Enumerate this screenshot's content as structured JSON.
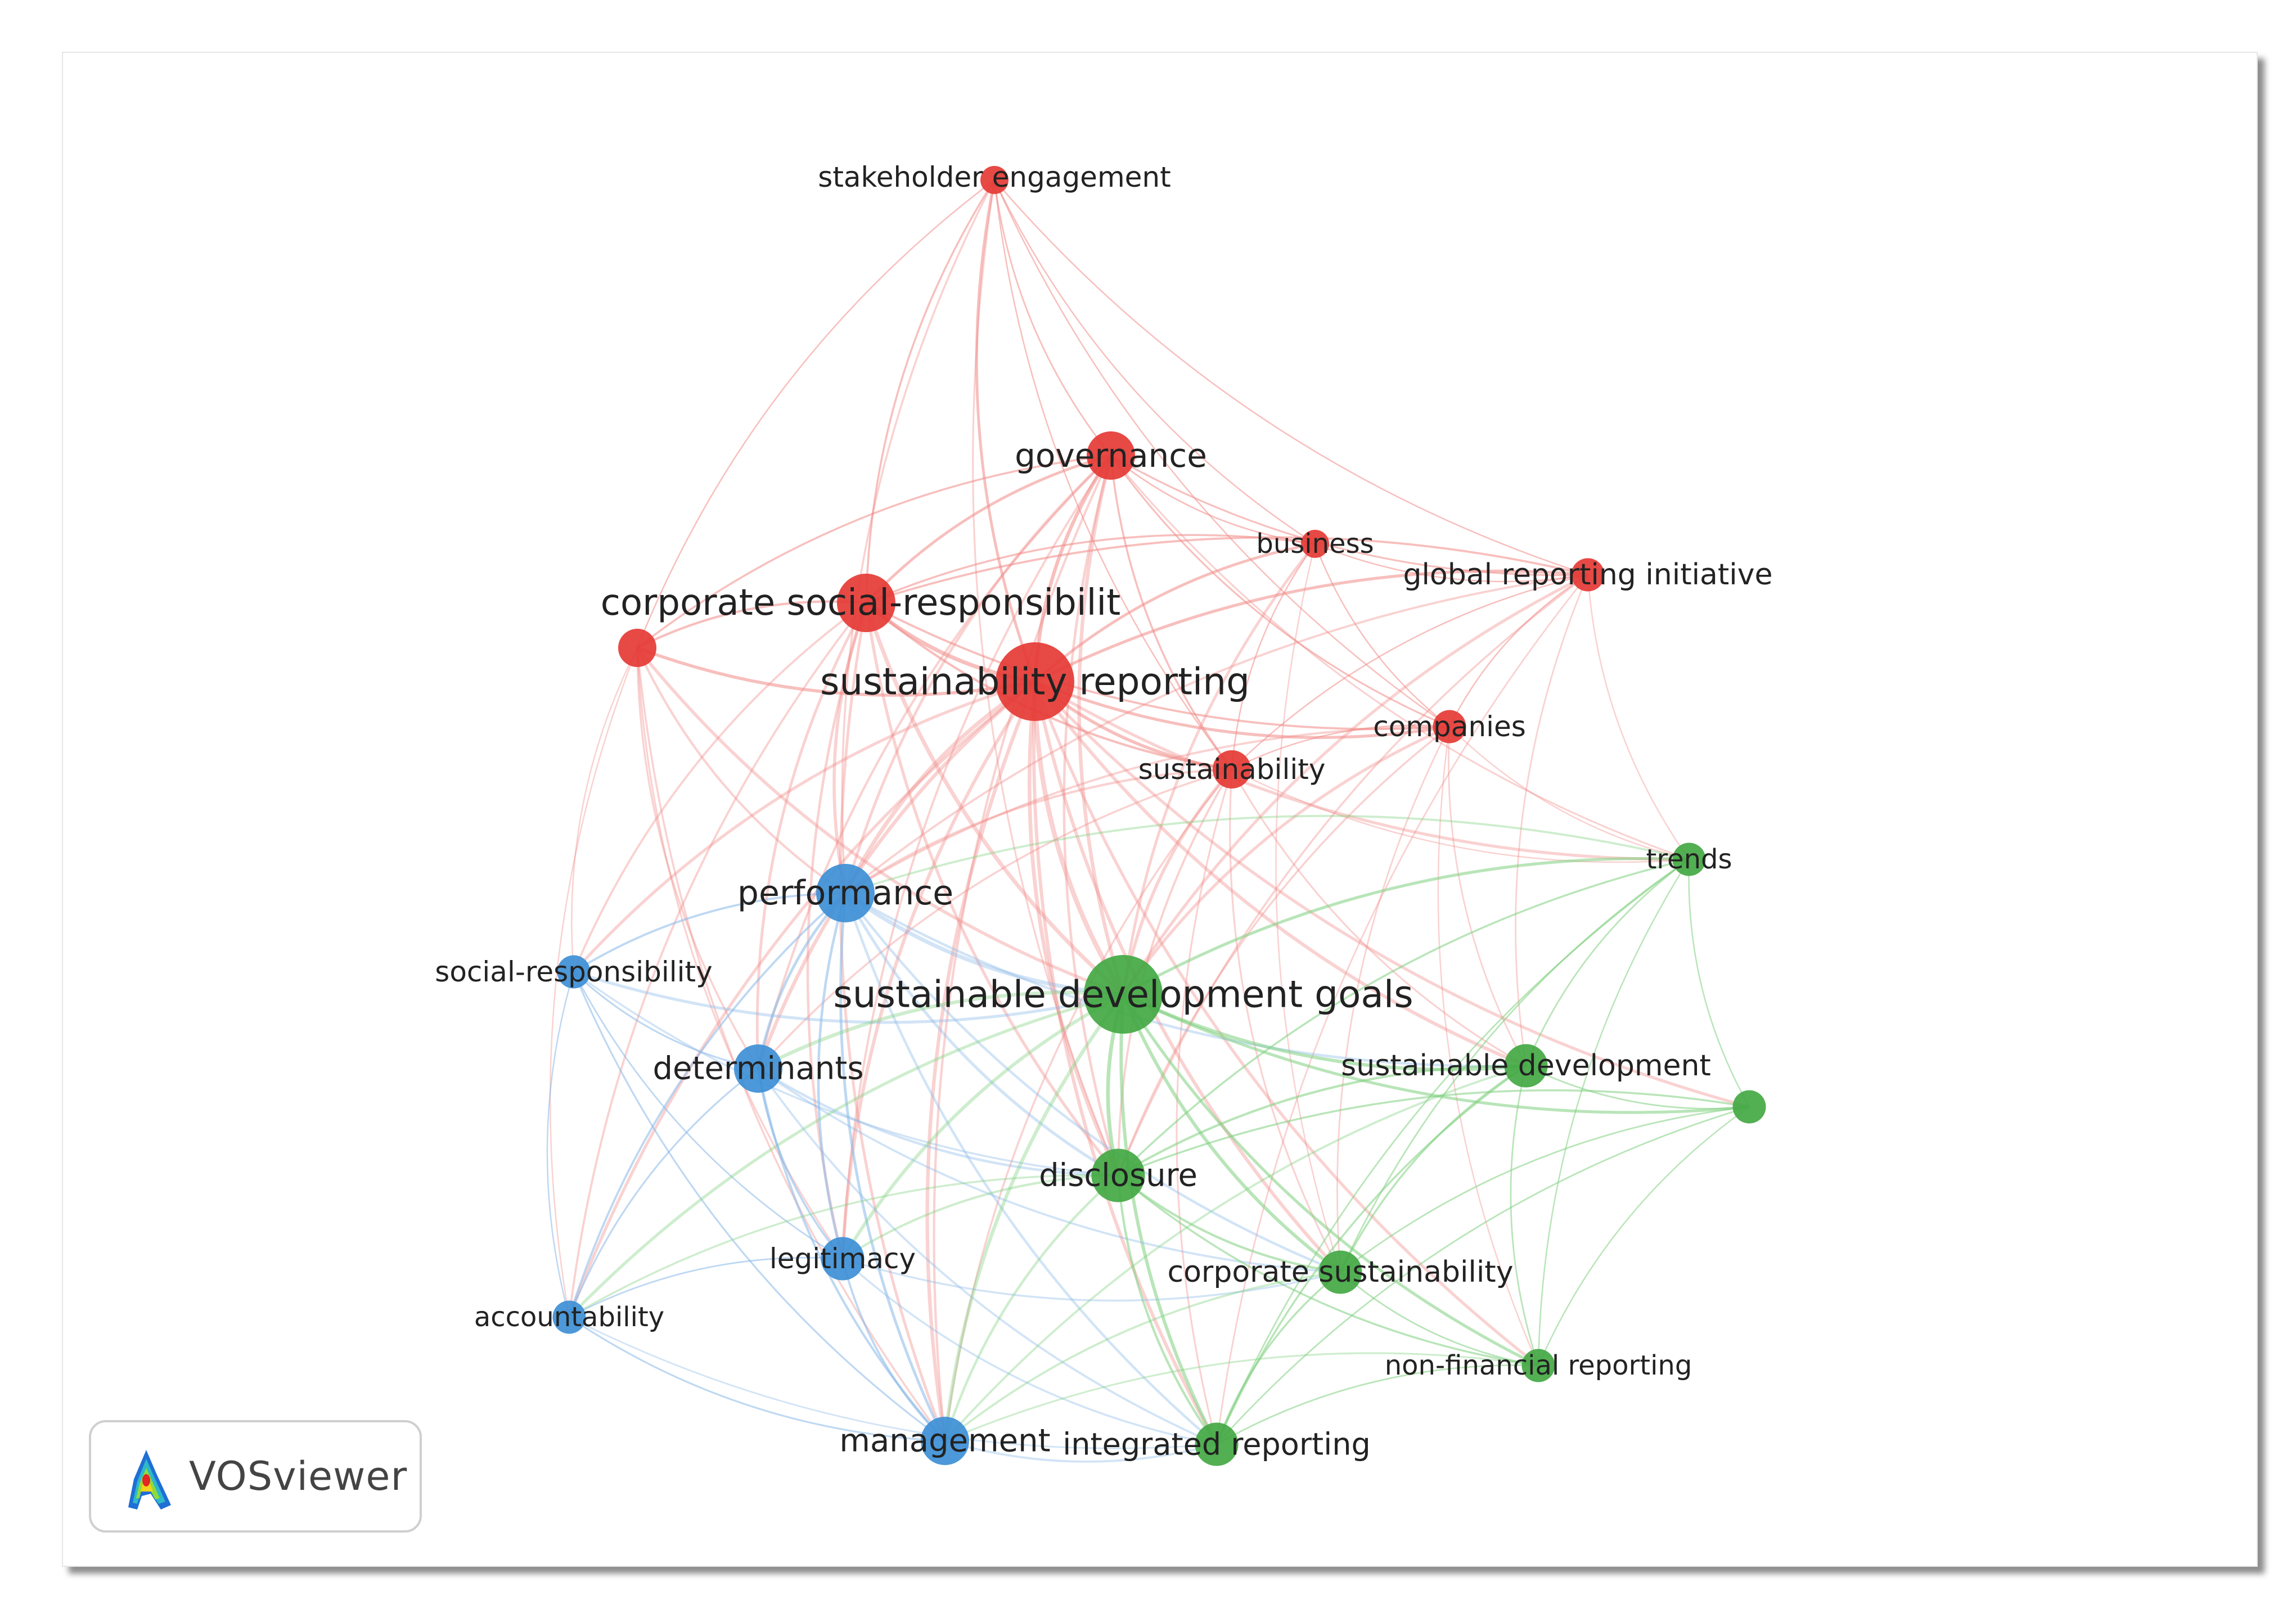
{
  "app": {
    "logo_text": "VOSviewer"
  },
  "colors": {
    "cluster_red": "#e53935",
    "cluster_green": "#43a843",
    "cluster_blue": "#3d8fd6",
    "edge_red": "#f08a86",
    "edge_green": "#7fd07f",
    "edge_blue": "#88b8e8"
  },
  "nodes": [
    {
      "id": "stakeholder_engagement",
      "label": "stakeholder engagement",
      "cluster": "red",
      "weight": 1
    },
    {
      "id": "governance",
      "label": "governance",
      "cluster": "red",
      "weight": 3
    },
    {
      "id": "business",
      "label": "business",
      "cluster": "red",
      "weight": 1
    },
    {
      "id": "global_reporting_initiative",
      "label": "global reporting initiative",
      "cluster": "red",
      "weight": 1.5
    },
    {
      "id": "corporate_social_responsibilit",
      "label": "corporate social-responsibilit",
      "cluster": "red",
      "weight": 4
    },
    {
      "id": "unlabeled_red",
      "label": "",
      "cluster": "red",
      "weight": 2
    },
    {
      "id": "sustainability_reporting",
      "label": "sustainability reporting",
      "cluster": "red",
      "weight": 6
    },
    {
      "id": "companies",
      "label": "companies",
      "cluster": "red",
      "weight": 1.5
    },
    {
      "id": "sustainability",
      "label": "sustainability",
      "cluster": "red",
      "weight": 2
    },
    {
      "id": "trends",
      "label": "trends",
      "cluster": "green",
      "weight": 1.5
    },
    {
      "id": "performance",
      "label": "performance",
      "cluster": "blue",
      "weight": 4
    },
    {
      "id": "social_responsibility",
      "label": "social-responsibility",
      "cluster": "blue",
      "weight": 1.5
    },
    {
      "id": "sustainable_development_goals",
      "label": "sustainable development goals",
      "cluster": "green",
      "weight": 6
    },
    {
      "id": "determinants",
      "label": "determinants",
      "cluster": "blue",
      "weight": 3
    },
    {
      "id": "sustainable_development",
      "label": "sustainable development",
      "cluster": "green",
      "weight": 2.5
    },
    {
      "id": "unlabeled_green",
      "label": "",
      "cluster": "green",
      "weight": 1.5
    },
    {
      "id": "disclosure",
      "label": "disclosure",
      "cluster": "green",
      "weight": 3.5
    },
    {
      "id": "legitimacy",
      "label": "legitimacy",
      "cluster": "blue",
      "weight": 2.5
    },
    {
      "id": "corporate_sustainability",
      "label": "corporate sustainability",
      "cluster": "green",
      "weight": 2.5
    },
    {
      "id": "accountability",
      "label": "accountability",
      "cluster": "blue",
      "weight": 1.5
    },
    {
      "id": "non_financial_reporting",
      "label": "non-financial reporting",
      "cluster": "green",
      "weight": 1.5
    },
    {
      "id": "management",
      "label": "management",
      "cluster": "blue",
      "weight": 3
    },
    {
      "id": "integrated_reporting",
      "label": "integrated reporting",
      "cluster": "green",
      "weight": 2.5
    }
  ],
  "edges": [
    [
      "stakeholder_engagement",
      "governance"
    ],
    [
      "stakeholder_engagement",
      "corporate_social_responsibilit"
    ],
    [
      "stakeholder_engagement",
      "sustainability_reporting"
    ],
    [
      "stakeholder_engagement",
      "business"
    ],
    [
      "stakeholder_engagement",
      "global_reporting_initiative"
    ],
    [
      "stakeholder_engagement",
      "sustainability"
    ],
    [
      "stakeholder_engagement",
      "disclosure"
    ],
    [
      "stakeholder_engagement",
      "companies"
    ],
    [
      "stakeholder_engagement",
      "performance"
    ],
    [
      "stakeholder_engagement",
      "unlabeled_red"
    ],
    [
      "governance",
      "corporate_social_responsibilit"
    ],
    [
      "governance",
      "sustainability_reporting"
    ],
    [
      "governance",
      "business"
    ],
    [
      "governance",
      "global_reporting_initiative"
    ],
    [
      "governance",
      "companies"
    ],
    [
      "governance",
      "sustainability"
    ],
    [
      "governance",
      "performance"
    ],
    [
      "governance",
      "determinants"
    ],
    [
      "governance",
      "disclosure"
    ],
    [
      "governance",
      "legitimacy"
    ],
    [
      "governance",
      "unlabeled_red"
    ],
    [
      "governance",
      "sustainable_development_goals"
    ],
    [
      "governance",
      "trends"
    ],
    [
      "governance",
      "management"
    ],
    [
      "business",
      "sustainability_reporting"
    ],
    [
      "business",
      "sustainability"
    ],
    [
      "business",
      "corporate_social_responsibilit"
    ],
    [
      "business",
      "companies"
    ],
    [
      "business",
      "global_reporting_initiative"
    ],
    [
      "business",
      "sustainable_development_goals"
    ],
    [
      "business",
      "corporate_sustainability"
    ],
    [
      "global_reporting_initiative",
      "sustainability_reporting"
    ],
    [
      "global_reporting_initiative",
      "corporate_social_responsibilit"
    ],
    [
      "global_reporting_initiative",
      "companies"
    ],
    [
      "global_reporting_initiative",
      "sustainability"
    ],
    [
      "global_reporting_initiative",
      "disclosure"
    ],
    [
      "global_reporting_initiative",
      "sustainable_development_goals"
    ],
    [
      "global_reporting_initiative",
      "trends"
    ],
    [
      "global_reporting_initiative",
      "sustainable_development"
    ],
    [
      "global_reporting_initiative",
      "performance"
    ],
    [
      "global_reporting_initiative",
      "integrated_reporting"
    ],
    [
      "corporate_social_responsibilit",
      "unlabeled_red"
    ],
    [
      "corporate_social_responsibilit",
      "sustainability_reporting"
    ],
    [
      "corporate_social_responsibilit",
      "performance"
    ],
    [
      "corporate_social_responsibilit",
      "determinants"
    ],
    [
      "corporate_social_responsibilit",
      "sustainability"
    ],
    [
      "corporate_social_responsibilit",
      "companies"
    ],
    [
      "corporate_social_responsibilit",
      "disclosure"
    ],
    [
      "corporate_social_responsibilit",
      "legitimacy"
    ],
    [
      "corporate_social_responsibilit",
      "management"
    ],
    [
      "corporate_social_responsibilit",
      "sustainable_development_goals"
    ],
    [
      "corporate_social_responsibilit",
      "social_responsibility"
    ],
    [
      "corporate_social_responsibilit",
      "accountability"
    ],
    [
      "unlabeled_red",
      "sustainability_reporting"
    ],
    [
      "unlabeled_red",
      "performance"
    ],
    [
      "unlabeled_red",
      "determinants"
    ],
    [
      "unlabeled_red",
      "legitimacy"
    ],
    [
      "unlabeled_red",
      "management"
    ],
    [
      "unlabeled_red",
      "accountability"
    ],
    [
      "unlabeled_red",
      "social_responsibility"
    ],
    [
      "unlabeled_red",
      "sustainable_development_goals"
    ],
    [
      "sustainability_reporting",
      "companies"
    ],
    [
      "sustainability_reporting",
      "sustainability"
    ],
    [
      "sustainability_reporting",
      "performance"
    ],
    [
      "sustainability_reporting",
      "determinants"
    ],
    [
      "sustainability_reporting",
      "sustainable_development_goals"
    ],
    [
      "sustainability_reporting",
      "disclosure"
    ],
    [
      "sustainability_reporting",
      "legitimacy"
    ],
    [
      "sustainability_reporting",
      "management"
    ],
    [
      "sustainability_reporting",
      "integrated_reporting"
    ],
    [
      "sustainability_reporting",
      "corporate_sustainability"
    ],
    [
      "sustainability_reporting",
      "sustainable_development"
    ],
    [
      "sustainability_reporting",
      "trends"
    ],
    [
      "sustainability_reporting",
      "social_responsibility"
    ],
    [
      "sustainability_reporting",
      "accountability"
    ],
    [
      "sustainability_reporting",
      "non_financial_reporting"
    ],
    [
      "sustainability_reporting",
      "unlabeled_green"
    ],
    [
      "companies",
      "sustainability"
    ],
    [
      "companies",
      "sustainable_development_goals"
    ],
    [
      "companies",
      "disclosure"
    ],
    [
      "companies",
      "trends"
    ],
    [
      "companies",
      "sustainable_development"
    ],
    [
      "companies",
      "corporate_sustainability"
    ],
    [
      "companies",
      "performance"
    ],
    [
      "companies",
      "non_financial_reporting"
    ],
    [
      "sustainability",
      "sustainable_development_goals"
    ],
    [
      "sustainability",
      "disclosure"
    ],
    [
      "sustainability",
      "performance"
    ],
    [
      "sustainability",
      "integrated_reporting"
    ],
    [
      "sustainability",
      "corporate_sustainability"
    ],
    [
      "sustainability",
      "sustainable_development"
    ],
    [
      "sustainability",
      "trends"
    ],
    [
      "sustainability",
      "management"
    ],
    [
      "sustainability",
      "determinants"
    ],
    [
      "trends",
      "sustainable_development_goals"
    ],
    [
      "trends",
      "sustainable_development"
    ],
    [
      "trends",
      "disclosure"
    ],
    [
      "trends",
      "corporate_sustainability"
    ],
    [
      "trends",
      "unlabeled_green"
    ],
    [
      "trends",
      "non_financial_reporting"
    ],
    [
      "trends",
      "integrated_reporting"
    ],
    [
      "trends",
      "performance"
    ],
    [
      "performance",
      "social_responsibility"
    ],
    [
      "performance",
      "determinants"
    ],
    [
      "performance",
      "sustainable_development_goals"
    ],
    [
      "performance",
      "disclosure"
    ],
    [
      "performance",
      "legitimacy"
    ],
    [
      "performance",
      "management"
    ],
    [
      "performance",
      "accountability"
    ],
    [
      "performance",
      "integrated_reporting"
    ],
    [
      "performance",
      "corporate_sustainability"
    ],
    [
      "performance",
      "sustainable_development"
    ],
    [
      "social_responsibility",
      "determinants"
    ],
    [
      "social_responsibility",
      "legitimacy"
    ],
    [
      "social_responsibility",
      "management"
    ],
    [
      "social_responsibility",
      "accountability"
    ],
    [
      "social_responsibility",
      "disclosure"
    ],
    [
      "social_responsibility",
      "sustainable_development_goals"
    ],
    [
      "sustainable_development_goals",
      "determinants"
    ],
    [
      "sustainable_development_goals",
      "sustainable_development"
    ],
    [
      "sustainable_development_goals",
      "disclosure"
    ],
    [
      "sustainable_development_goals",
      "legitimacy"
    ],
    [
      "sustainable_development_goals",
      "corporate_sustainability"
    ],
    [
      "sustainable_development_goals",
      "management"
    ],
    [
      "sustainable_development_goals",
      "integrated_reporting"
    ],
    [
      "sustainable_development_goals",
      "non_financial_reporting"
    ],
    [
      "sustainable_development_goals",
      "unlabeled_green"
    ],
    [
      "sustainable_development_goals",
      "accountability"
    ],
    [
      "determinants",
      "disclosure"
    ],
    [
      "determinants",
      "legitimacy"
    ],
    [
      "determinants",
      "management"
    ],
    [
      "determinants",
      "accountability"
    ],
    [
      "determinants",
      "integrated_reporting"
    ],
    [
      "determinants",
      "corporate_sustainability"
    ],
    [
      "sustainable_development",
      "disclosure"
    ],
    [
      "sustainable_development",
      "corporate_sustainability"
    ],
    [
      "sustainable_development",
      "unlabeled_green"
    ],
    [
      "sustainable_development",
      "non_financial_reporting"
    ],
    [
      "sustainable_development",
      "integrated_reporting"
    ],
    [
      "sustainable_development",
      "management"
    ],
    [
      "unlabeled_green",
      "disclosure"
    ],
    [
      "unlabeled_green",
      "corporate_sustainability"
    ],
    [
      "unlabeled_green",
      "non_financial_reporting"
    ],
    [
      "unlabeled_green",
      "integrated_reporting"
    ],
    [
      "disclosure",
      "legitimacy"
    ],
    [
      "disclosure",
      "corporate_sustainability"
    ],
    [
      "disclosure",
      "management"
    ],
    [
      "disclosure",
      "integrated_reporting"
    ],
    [
      "disclosure",
      "non_financial_reporting"
    ],
    [
      "disclosure",
      "accountability"
    ],
    [
      "legitimacy",
      "management"
    ],
    [
      "legitimacy",
      "accountability"
    ],
    [
      "legitimacy",
      "integrated_reporting"
    ],
    [
      "legitimacy",
      "corporate_sustainability"
    ],
    [
      "corporate_sustainability",
      "integrated_reporting"
    ],
    [
      "corporate_sustainability",
      "non_financial_reporting"
    ],
    [
      "corporate_sustainability",
      "management"
    ],
    [
      "accountability",
      "management"
    ],
    [
      "accountability",
      "integrated_reporting"
    ],
    [
      "non_financial_reporting",
      "integrated_reporting"
    ],
    [
      "non_financial_reporting",
      "management"
    ],
    [
      "management",
      "integrated_reporting"
    ]
  ]
}
